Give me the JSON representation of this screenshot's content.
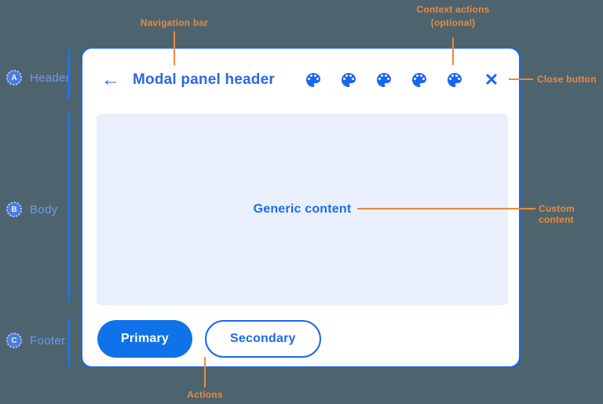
{
  "colors": {
    "background": "#4d646e",
    "accent_blue": "#1a66f2",
    "primary_button": "#0f72e8",
    "title_blue": "#2a69e0",
    "body_fill": "#e9effc",
    "annotation_orange": "#f0883a",
    "section_label_blue": "#6f9bea"
  },
  "sections": [
    {
      "letter": "A",
      "label": "Header"
    },
    {
      "letter": "B",
      "label": "Body"
    },
    {
      "letter": "C",
      "label": "Footer"
    }
  ],
  "annotations": {
    "navigation_bar": "Navigation bar",
    "context_actions_line1": "Context actions",
    "context_actions_line2": "(optional)",
    "close_button": "Close button",
    "custom_content": "Custom content",
    "actions": "Actions"
  },
  "modal": {
    "title": "Modal panel header",
    "back_icon": "←",
    "close_icon": "✕",
    "context_action_icon": "palette",
    "context_action_count": 5,
    "body_text": "Generic content",
    "footer": {
      "primary_label": "Primary",
      "secondary_label": "Secondary"
    }
  }
}
